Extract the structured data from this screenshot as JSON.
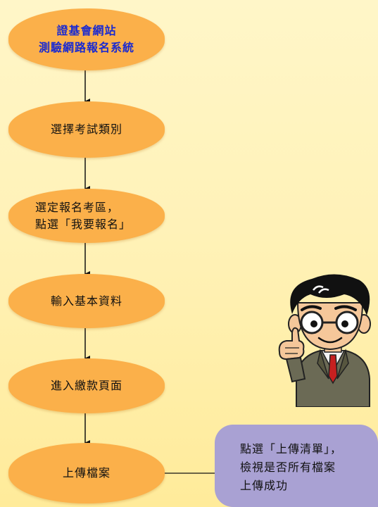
{
  "steps": [
    {
      "lines": [
        "證基會網站",
        "測驗網路報名系統"
      ]
    },
    {
      "lines": [
        "選擇考試類別"
      ]
    },
    {
      "lines": [
        "選定報名考區，",
        "點選「我要報名」"
      ]
    },
    {
      "lines": [
        "輸入基本資料"
      ]
    },
    {
      "lines": [
        "進入繳款頁面"
      ]
    },
    {
      "lines": [
        "上傳檔案"
      ]
    }
  ],
  "note": {
    "lines": [
      "點選「上傳清單」，",
      "檢視是否所有檔案",
      "上傳成功"
    ]
  },
  "colors": {
    "step_fill": "#fbb04a",
    "note_fill": "#a9a1d3",
    "first_step_text": "#1a2ad0"
  }
}
